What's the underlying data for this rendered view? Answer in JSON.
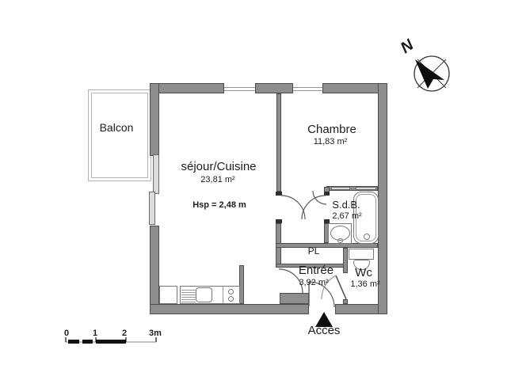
{
  "rooms": {
    "balcon": {
      "name": "Balcon"
    },
    "sejour": {
      "name": "séjour/Cuisine",
      "area": "23,81 m²",
      "ceiling": "Hsp = 2,48 m"
    },
    "chambre": {
      "name": "Chambre",
      "area": "11,83 m²"
    },
    "sdb": {
      "name": "S.d.B.",
      "area": "2,67 m²"
    },
    "pl": {
      "name": "PL"
    },
    "entree": {
      "name": "Entrée",
      "area": "3,92 m²"
    },
    "wc": {
      "name": "Wc",
      "area": "1,36 m²"
    }
  },
  "annotations": {
    "access": "Accès",
    "north": "N"
  },
  "scale_bar": {
    "ticks": [
      "0",
      "1",
      "2",
      "3m"
    ]
  },
  "colors": {
    "wall": "#8d8d8d",
    "wall_edge": "#4e4e4e",
    "balcony_line": "#b3b3b3",
    "text": "#1c1c1c"
  }
}
